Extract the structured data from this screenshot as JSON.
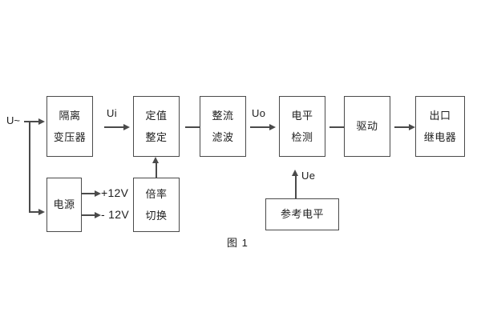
{
  "figure": {
    "caption": "图 1",
    "background_color": "#ffffff",
    "line_color": "#4a4a4a",
    "text_color": "#1d1d1d"
  },
  "blocks": [
    {
      "id": "isolation-transformer",
      "line1": "隔离",
      "line2": "变压器"
    },
    {
      "id": "setting-adjustment",
      "line1": "定值",
      "line2": "整定"
    },
    {
      "id": "rectify-filter",
      "line1": "整流",
      "line2": "滤波"
    },
    {
      "id": "level-detection",
      "line1": "电平",
      "line2": "检测"
    },
    {
      "id": "drive",
      "line1": "驱动",
      "line2": ""
    },
    {
      "id": "output-relay",
      "line1": "出口",
      "line2": "继电器"
    },
    {
      "id": "power-supply",
      "line1": "电源",
      "line2": ""
    },
    {
      "id": "multiplier-switch",
      "line1": "倍率",
      "line2": "切换"
    },
    {
      "id": "reference-level",
      "line1": "参考电平",
      "line2": ""
    }
  ],
  "labels": {
    "input_source": "U~",
    "signal_ui": "Ui",
    "signal_uo": "Uo",
    "signal_ue": "Ue",
    "supply_positive": "+12V",
    "supply_negative": "- 12V"
  }
}
